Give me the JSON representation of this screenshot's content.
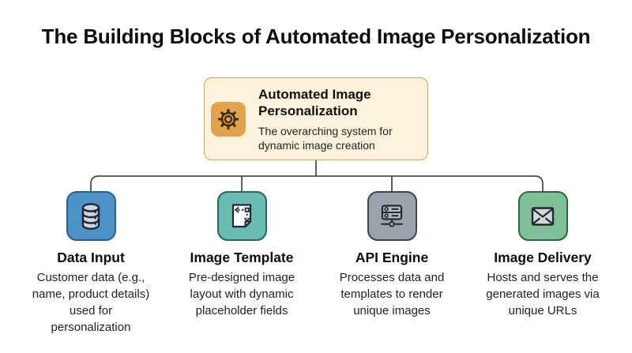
{
  "title": "The Building Blocks of Automated Image Personalization",
  "connector_color": "#4d4d4d",
  "root": {
    "heading": "Automated Image\nPersonalization",
    "description": "The overarching system for\ndynamic image creation",
    "icon": "gear-icon",
    "box_fill": "#fcf2dd",
    "box_border": "#dba449",
    "tile_fill": "#e2a34c"
  },
  "nodes": [
    {
      "id": "data-input",
      "heading": "Data Input",
      "description": "Customer data (e.g.,\nname, product details)\nused for\npersonalization",
      "icon": "database-icon",
      "tile_fill": "#4d92c6",
      "tile_border": "#26608f"
    },
    {
      "id": "image-template",
      "heading": "Image Template",
      "description": "Pre-designed image\nlayout with dynamic\nplaceholder fields",
      "icon": "template-page-icon",
      "tile_fill": "#69bcb1",
      "tile_border": "#2a665c"
    },
    {
      "id": "api-engine",
      "heading": "API Engine",
      "description": "Processes data and\ntemplates to render\nunique images",
      "icon": "server-icon",
      "tile_fill": "#99a3ab",
      "tile_border": "#3c454d"
    },
    {
      "id": "image-delivery",
      "heading": "Image Delivery",
      "description": "Hosts and serves the\ngenerated images via\nunique URLs",
      "icon": "envelope-icon",
      "tile_fill": "#7fc096",
      "tile_border": "#2f6247"
    }
  ]
}
